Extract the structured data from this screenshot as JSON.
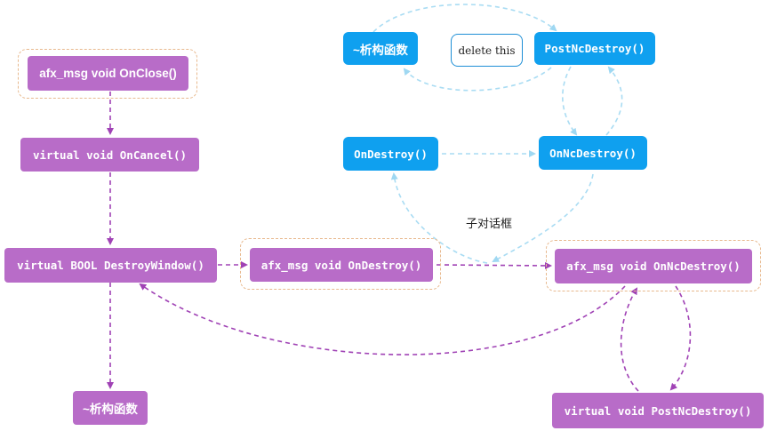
{
  "left_chain": {
    "onclose": "afx_msg void OnClose()",
    "oncancel": "virtual void OnCancel()",
    "destroywindow": "virtual BOOL DestroyWindow()",
    "destructor": "~析构函数"
  },
  "middle": {
    "ondestroy_handler": "afx_msg void OnDestroy()",
    "child_dialog_label": "子对话框"
  },
  "right": {
    "onncdestroy_handler": "afx_msg void OnNcDestroy()",
    "postncdestroy": "virtual void PostNcDestroy()"
  },
  "child_cycle": {
    "destructor": "~析构函数",
    "delete_this": "delete this",
    "postncdestroy": "PostNcDestroy()",
    "ondestroy": "OnDestroy()",
    "onncdestroy": "OnNcDestroy()"
  },
  "colors": {
    "purple_node": "#b86cc8",
    "purple_arrow": "#a042b5",
    "blue_node": "#0fa0ef",
    "blue_arrow": "#a9dcf3",
    "frame": "#e8b98e"
  }
}
